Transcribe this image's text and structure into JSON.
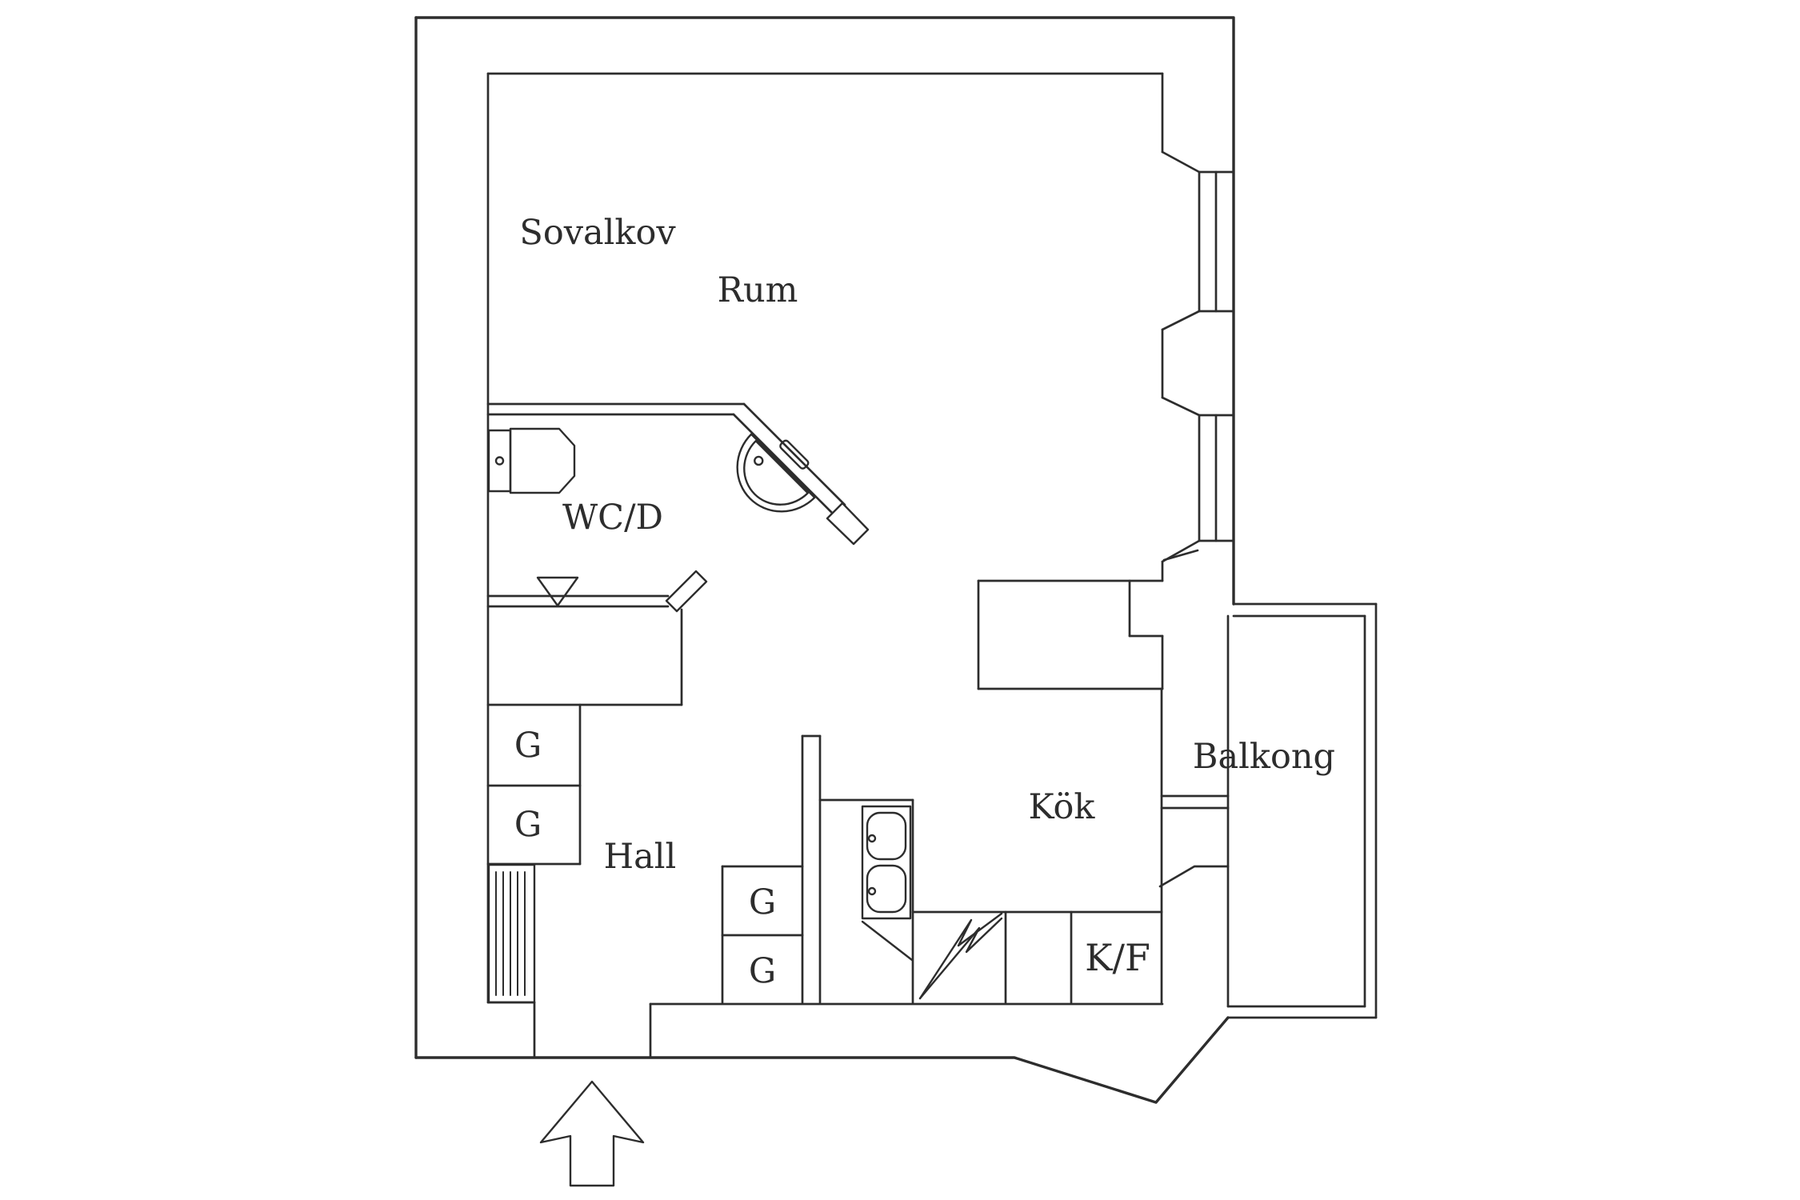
{
  "theme": {
    "paper": "#ffffff",
    "ink": "#2d2d2d"
  },
  "floorplan": {
    "type": "apartment-floor-plan",
    "rooms": [
      {
        "id": "sovalkov",
        "label": "Sovalkov"
      },
      {
        "id": "rum",
        "label": "Rum"
      },
      {
        "id": "wc-d",
        "label": "WC/D"
      },
      {
        "id": "hall",
        "label": "Hall"
      },
      {
        "id": "kok",
        "label": "Kök"
      },
      {
        "id": "balkong",
        "label": "Balkong"
      }
    ],
    "closets": [
      {
        "id": "closet-1",
        "label": "G"
      },
      {
        "id": "closet-2",
        "label": "G"
      },
      {
        "id": "closet-3",
        "label": "G"
      },
      {
        "id": "closet-4",
        "label": "G"
      }
    ],
    "appliances": [
      {
        "id": "fridge-freezer",
        "label": "K/F"
      }
    ],
    "fixtures": [
      "toilet",
      "washbasin",
      "double-kitchen-sink",
      "electric-stove",
      "radiator"
    ],
    "symbols": [
      "entrance-arrow",
      "door-threshold-triangle",
      "window-bay",
      "balcony-door"
    ]
  }
}
